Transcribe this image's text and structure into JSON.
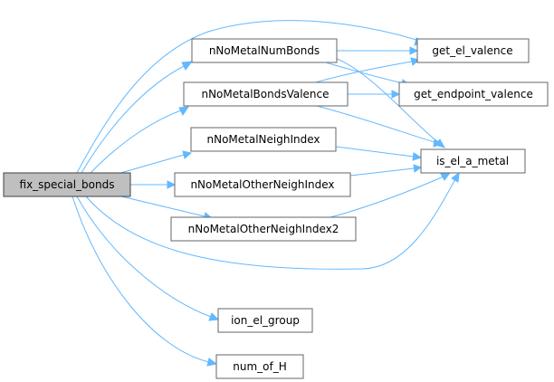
{
  "graph": {
    "nodes": {
      "fix": "fix_special_bonds",
      "numbonds": "nNoMetalNumBonds",
      "bondsval": "nNoMetalBondsValence",
      "neigh": "nNoMetalNeighIndex",
      "other": "nNoMetalOtherNeighIndex",
      "other2": "nNoMetalOtherNeighIndex2",
      "ion": "ion_el_group",
      "numh": "num_of_H",
      "getval": "get_el_valence",
      "getend": "get_endpoint_valence",
      "ismetal": "is_el_a_metal"
    },
    "edges": [
      [
        "fix",
        "getval"
      ],
      [
        "fix",
        "numbonds"
      ],
      [
        "fix",
        "bondsval"
      ],
      [
        "fix",
        "neigh"
      ],
      [
        "fix",
        "other"
      ],
      [
        "fix",
        "other2"
      ],
      [
        "fix",
        "ismetal"
      ],
      [
        "fix",
        "ion"
      ],
      [
        "fix",
        "numh"
      ],
      [
        "numbonds",
        "getval"
      ],
      [
        "numbonds",
        "getend"
      ],
      [
        "numbonds",
        "ismetal"
      ],
      [
        "bondsval",
        "getval"
      ],
      [
        "bondsval",
        "getend"
      ],
      [
        "bondsval",
        "ismetal"
      ],
      [
        "neigh",
        "ismetal"
      ],
      [
        "other",
        "ismetal"
      ],
      [
        "other2",
        "ismetal"
      ]
    ]
  }
}
